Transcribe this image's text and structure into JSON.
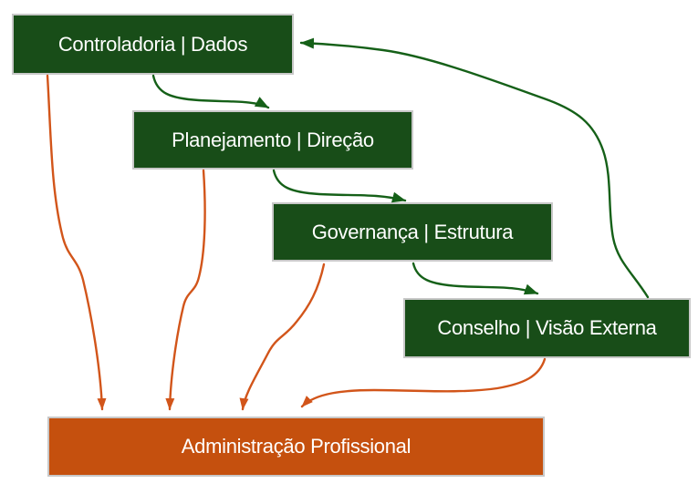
{
  "diagram": {
    "nodes": [
      {
        "id": "controladoria",
        "label": "Controladoria | Dados"
      },
      {
        "id": "planejamento",
        "label": "Planejamento | Direção"
      },
      {
        "id": "governanca",
        "label": "Governança | Estrutura"
      },
      {
        "id": "conselho",
        "label": "Conselho | Visão Externa"
      },
      {
        "id": "administracao",
        "label": "Administração Profissional"
      }
    ],
    "edges": [
      {
        "from": "Controladoria | Dados",
        "to": "Planejamento | Direção",
        "color": "green"
      },
      {
        "from": "Planejamento | Direção",
        "to": "Governança | Estrutura",
        "color": "green"
      },
      {
        "from": "Governança | Estrutura",
        "to": "Conselho | Visão Externa",
        "color": "green"
      },
      {
        "from": "Conselho | Visão Externa",
        "to": "Controladoria | Dados",
        "color": "green"
      },
      {
        "from": "Controladoria | Dados",
        "to": "Administração Profissional",
        "color": "orange"
      },
      {
        "from": "Planejamento | Direção",
        "to": "Administração Profissional",
        "color": "orange"
      },
      {
        "from": "Governança | Estrutura",
        "to": "Administração Profissional",
        "color": "orange"
      },
      {
        "from": "Conselho | Visão Externa",
        "to": "Administração Profissional",
        "color": "orange"
      }
    ],
    "colors": {
      "node_green": "#184d18",
      "node_orange": "#c5500e",
      "arrow_green": "#156018",
      "arrow_orange": "#d2551a",
      "node_border": "#c8c8c8",
      "node_text": "#ffffff",
      "background": "#ffffff"
    }
  }
}
